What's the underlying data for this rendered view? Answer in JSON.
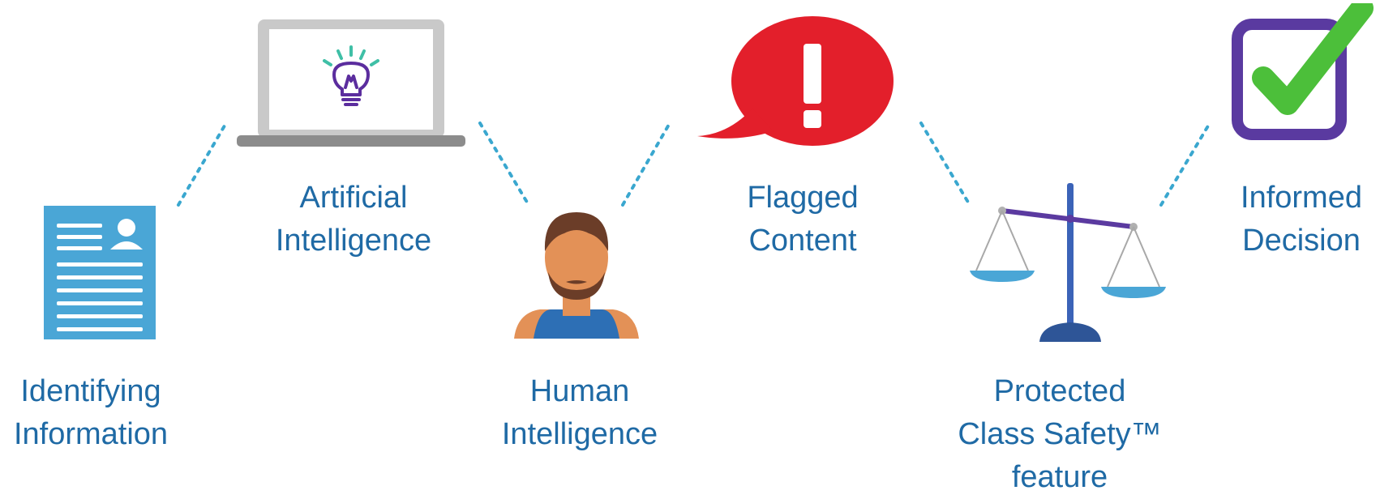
{
  "steps": [
    {
      "id": "identifying",
      "label": "Identifying\nInformation",
      "icon": "id-card-icon"
    },
    {
      "id": "ai",
      "label": "Artificial\nIntelligence",
      "icon": "laptop-lightbulb-icon"
    },
    {
      "id": "human",
      "label": "Human\nIntelligence",
      "icon": "person-icon"
    },
    {
      "id": "flagged",
      "label": "Flagged\nContent",
      "icon": "exclamation-speech-bubble-icon"
    },
    {
      "id": "protected",
      "label": "Protected\nClass Safety™\nfeature",
      "icon": "balance-scale-icon"
    },
    {
      "id": "decision",
      "label": "Informed\nDecision",
      "icon": "checkmark-box-icon"
    }
  ],
  "colors": {
    "label_text": "#1f6aa5",
    "connector": "#3aa7cf",
    "document_blue": "#4aa6d6",
    "alert_red": "#e31f2b",
    "check_green": "#4cbf3a",
    "box_purple": "#5a3aa0",
    "skin": "#e39157",
    "hair": "#6b3d28"
  }
}
